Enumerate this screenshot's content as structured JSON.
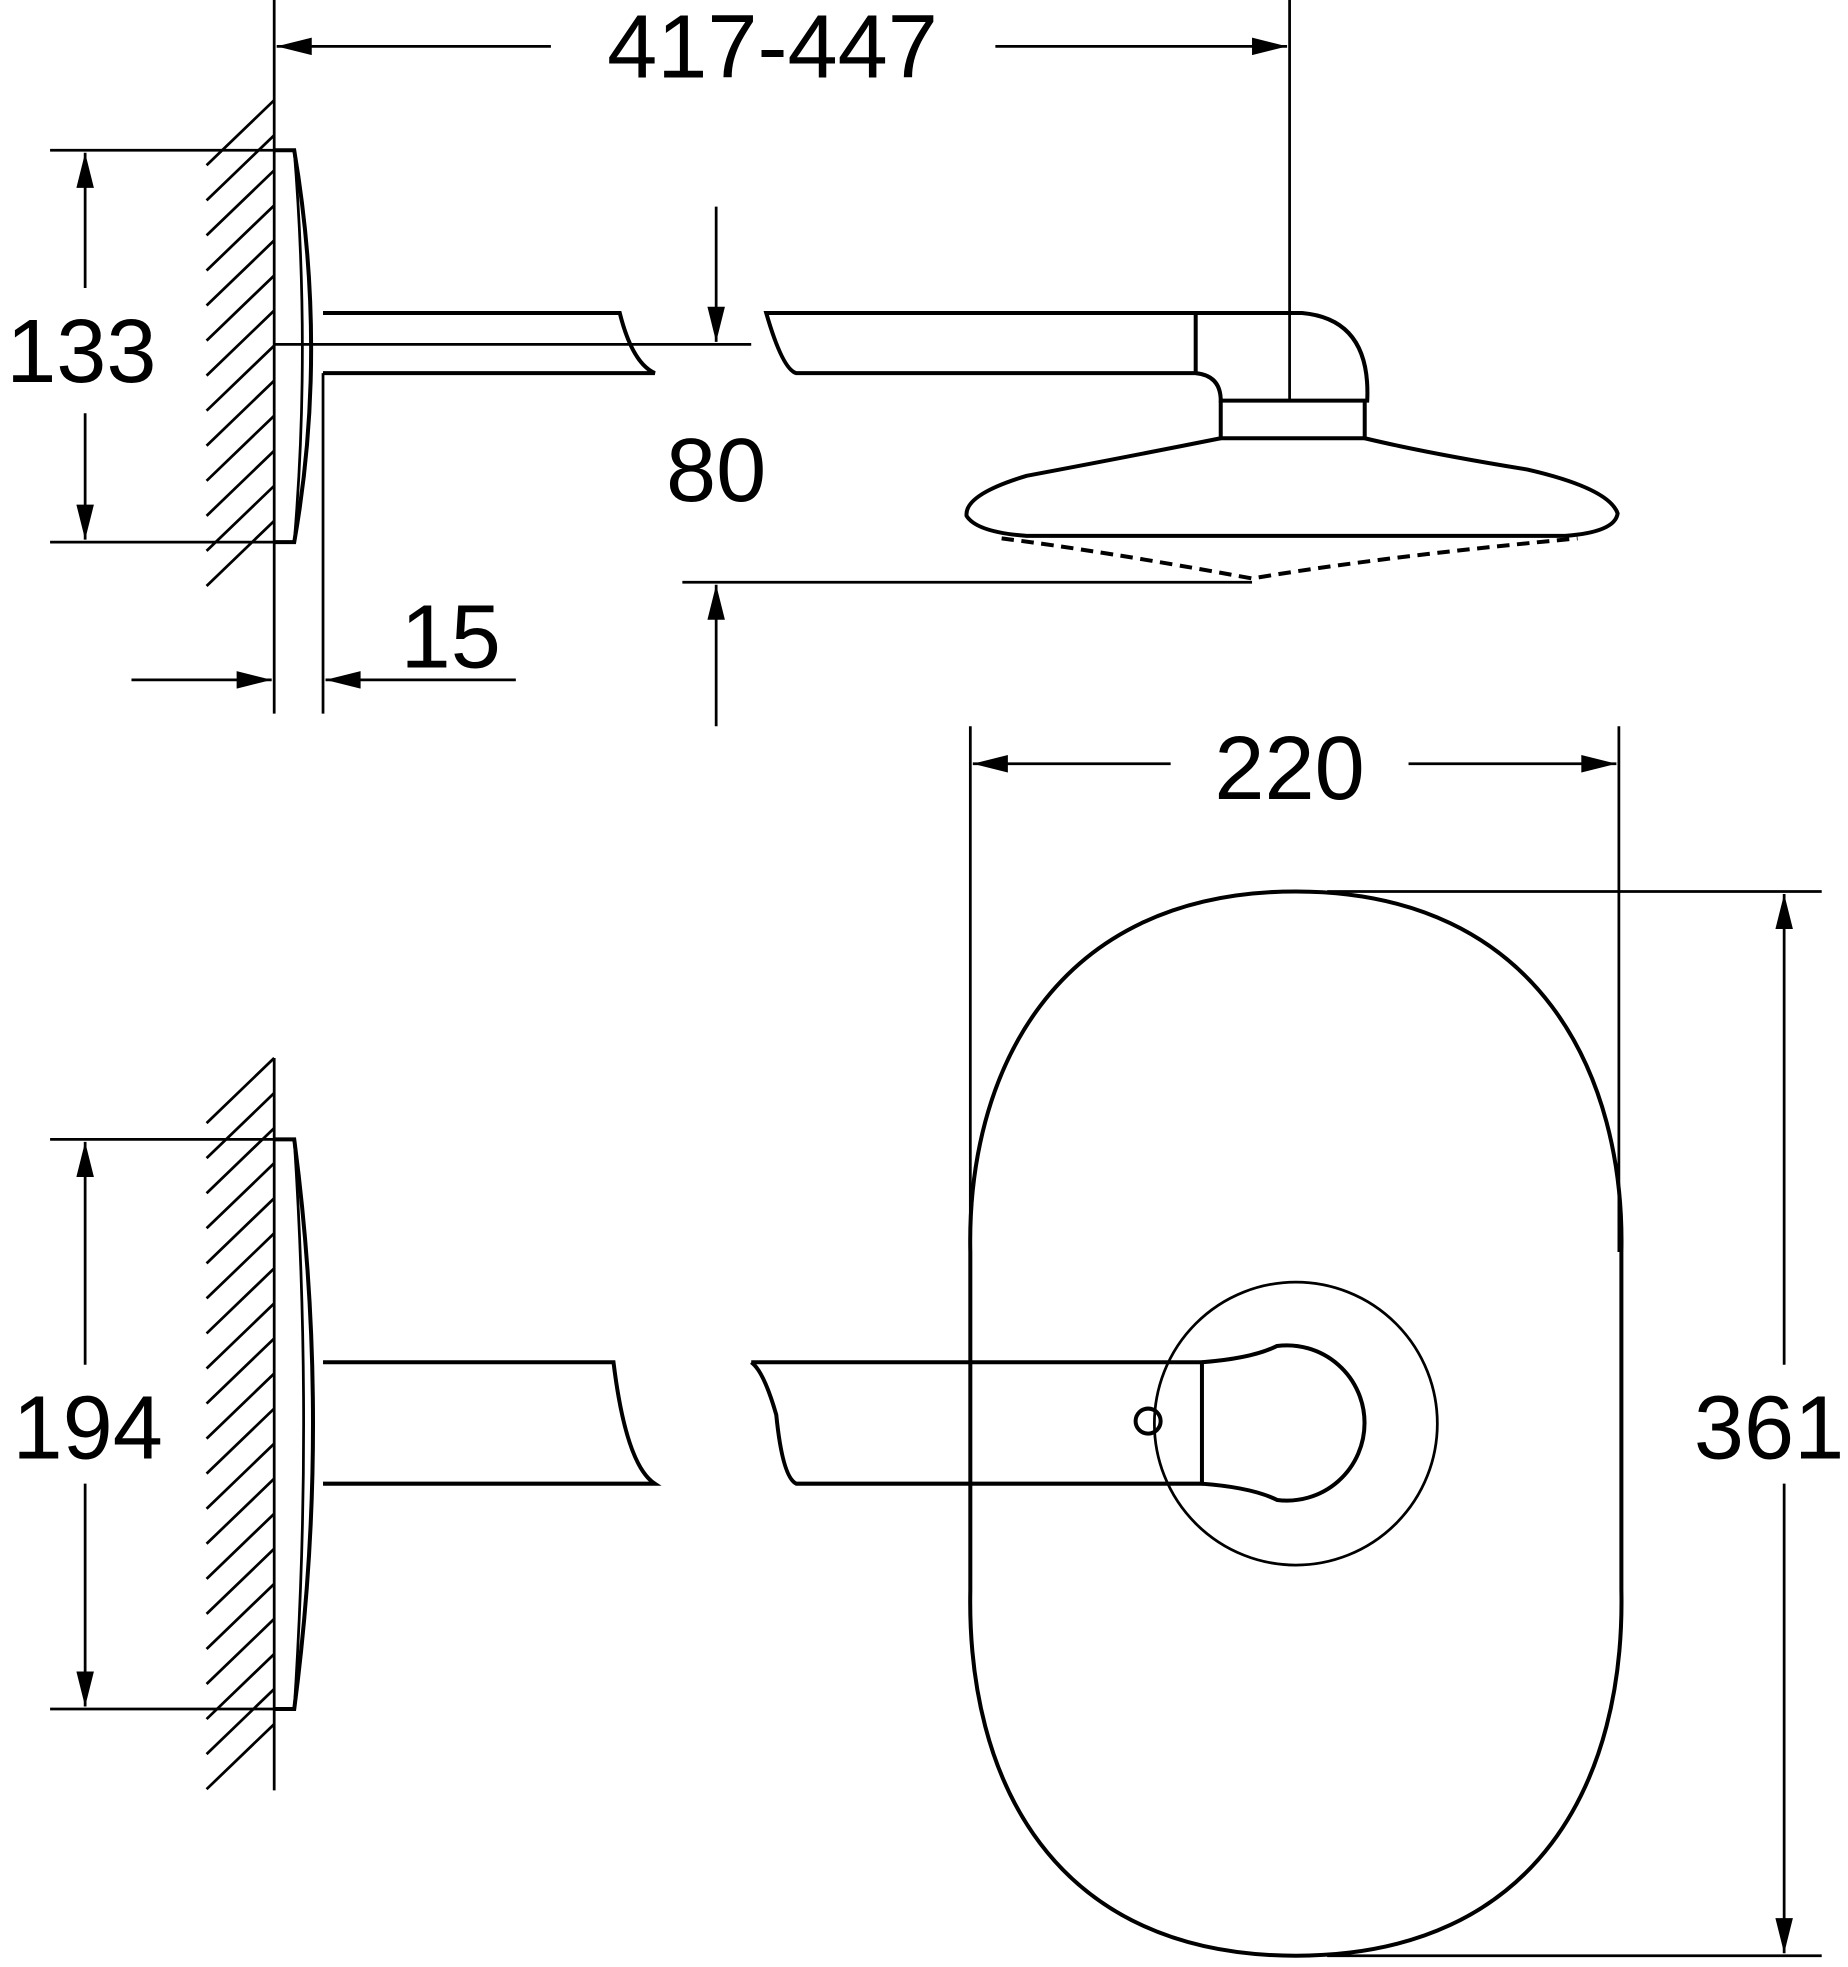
{
  "dimensions": {
    "arm_length": "417-447",
    "plate_height_side": "133",
    "head_drop": "80",
    "plate_depth": "15",
    "head_width": "220",
    "plate_height_front": "194",
    "overall_length": "361"
  },
  "colors": {
    "line": "#000000",
    "background": "#ffffff"
  }
}
